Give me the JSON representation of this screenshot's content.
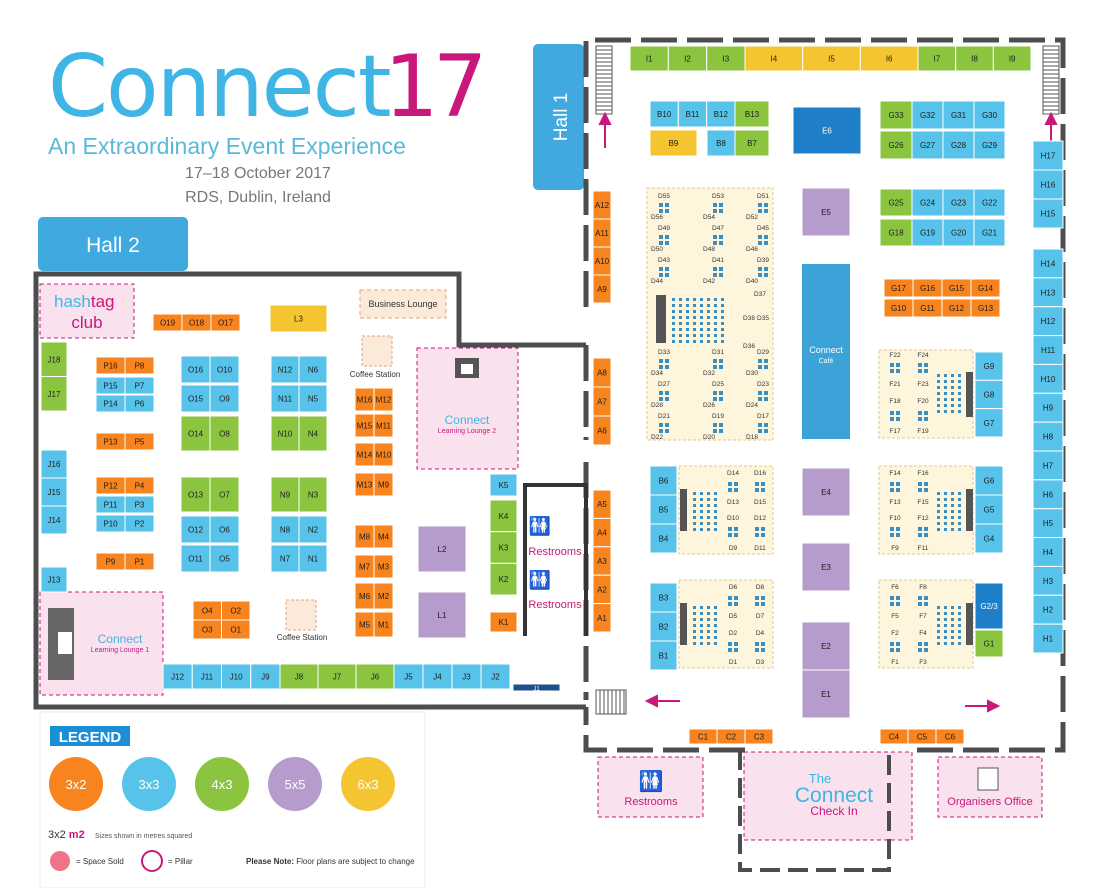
{
  "header": {
    "logo_word": "Connect",
    "logo_year": "17",
    "tagline": "An Extraordinary Event Experience",
    "dates": "17–18 October 2017",
    "venue": "RDS, Dublin, Ireland"
  },
  "halls": {
    "hall1": "Hall 1",
    "hall2": "Hall 2"
  },
  "colors": {
    "orange": "#F7841E",
    "blue": "#58C3EA",
    "green": "#8BC540",
    "purple": "#B59CCD",
    "yellow": "#F5C531",
    "magenta": "#C8187C",
    "darkblue": "#1E7FC8",
    "wall": "#4D4D4D",
    "navy": "#1E4E8C",
    "pink_fill": "#F9E1EE",
    "cream": "#FDF5DC"
  },
  "areas": {
    "hashtag": "hash",
    "tag": "tag",
    "club": "club",
    "business_lounge": "Business Lounge",
    "coffee_station": "Coffee Station",
    "connect": "Connect",
    "lounge1": "Learning Lounge 1",
    "lounge2": "Learning Lounge 2",
    "cafe": "Café",
    "restrooms": "Restrooms",
    "checkin_the": "The",
    "checkin_connect": "Connect",
    "checkin_checkin": "Check In",
    "organisers": "Organisers Office"
  },
  "legend": {
    "title": "LEGEND",
    "sizes": [
      {
        "label": "3x2",
        "color": "orange"
      },
      {
        "label": "3x3",
        "color": "blue"
      },
      {
        "label": "4x3",
        "color": "green"
      },
      {
        "label": "5x5",
        "color": "purple"
      },
      {
        "label": "6x3",
        "color": "yellow"
      }
    ],
    "unit_prefix": "3x2 ",
    "unit_m2": "m2",
    "unit_note": "Sizes shown in metres squared",
    "space_sold": "= Space Sold",
    "pillar": "= Pillar",
    "note_bold": "Please Note:",
    "note_text": " Floor plans are subject to change"
  },
  "stand_groups": [
    {
      "color": "green",
      "dir": "h",
      "labels": [
        "I1",
        "I2",
        "I3"
      ]
    },
    {
      "color": "yellow",
      "dir": "h",
      "labels": [
        "I4",
        "I5",
        "I6"
      ]
    },
    {
      "color": "green",
      "dir": "h",
      "labels": [
        "I7",
        "I8",
        "I9"
      ]
    },
    {
      "color": "blue",
      "dir": "h",
      "labels": [
        "B10",
        "B11",
        "B12"
      ]
    },
    {
      "color": "green",
      "dir": "h",
      "labels": [
        "B13"
      ]
    },
    {
      "color": "yellow",
      "dir": "h",
      "labels": [
        "B9"
      ]
    },
    {
      "color": "blue",
      "dir": "h",
      "labels": [
        "B8"
      ]
    },
    {
      "color": "green",
      "dir": "h",
      "labels": [
        "B7"
      ]
    },
    {
      "color": "darkblue",
      "dir": "h",
      "labels": [
        "E6"
      ]
    },
    {
      "color": "green",
      "dir": "h",
      "labels": [
        "G33"
      ]
    },
    {
      "color": "blue",
      "dir": "h",
      "labels": [
        "G32",
        "G31",
        "G30"
      ]
    },
    {
      "color": "green",
      "dir": "h",
      "labels": [
        "G26"
      ]
    },
    {
      "color": "blue",
      "dir": "h",
      "labels": [
        "G27",
        "G28",
        "G29"
      ]
    },
    {
      "color": "green",
      "dir": "h",
      "labels": [
        "G25"
      ]
    },
    {
      "color": "blue",
      "dir": "h",
      "labels": [
        "G24",
        "G23",
        "G22"
      ]
    },
    {
      "color": "green",
      "dir": "h",
      "labels": [
        "G18"
      ]
    },
    {
      "color": "blue",
      "dir": "h",
      "labels": [
        "G19",
        "G20",
        "G21"
      ]
    },
    {
      "color": "orange",
      "dir": "h",
      "labels": [
        "G17",
        "G16",
        "G15",
        "G14"
      ]
    },
    {
      "color": "orange",
      "dir": "h",
      "labels": [
        "G10",
        "G11",
        "G12",
        "G13"
      ]
    },
    {
      "color": "blue",
      "dir": "v",
      "labels": [
        "H17",
        "H16",
        "H15"
      ]
    },
    {
      "color": "blue",
      "dir": "v",
      "labels": [
        "H14",
        "H13",
        "H12",
        "H11",
        "H10",
        "H9",
        "H8",
        "H7",
        "H6",
        "H5",
        "H4",
        "H3",
        "H2",
        "H1"
      ]
    },
    {
      "color": "orange",
      "dir": "v",
      "labels": [
        "A12",
        "A11",
        "A10",
        "A9"
      ]
    },
    {
      "color": "orange",
      "dir": "v",
      "labels": [
        "A8",
        "A7",
        "A6"
      ]
    },
    {
      "color": "orange",
      "dir": "v",
      "labels": [
        "A5",
        "A4",
        "A3",
        "A2",
        "A1"
      ]
    },
    {
      "color": "purple",
      "dir": "h",
      "labels": [
        "E5"
      ]
    },
    {
      "color": "purple",
      "dir": "h",
      "labels": [
        "E4"
      ]
    },
    {
      "color": "purple",
      "dir": "h",
      "labels": [
        "E3"
      ]
    },
    {
      "color": "purple",
      "dir": "h",
      "labels": [
        "E2"
      ]
    },
    {
      "color": "purple",
      "dir": "h",
      "labels": [
        "E1"
      ]
    },
    {
      "color": "blue",
      "dir": "v",
      "labels": [
        "G9",
        "G8",
        "G7"
      ]
    },
    {
      "color": "blue",
      "dir": "v",
      "labels": [
        "G6",
        "G5",
        "G4"
      ]
    },
    {
      "color": "darkblue",
      "dir": "h",
      "labels": [
        "G2/3"
      ]
    },
    {
      "color": "green",
      "dir": "h",
      "labels": [
        "G1"
      ]
    },
    {
      "color": "blue",
      "dir": "v",
      "labels": [
        "B6",
        "B5",
        "B4"
      ]
    },
    {
      "color": "blue",
      "dir": "v",
      "labels": [
        "B3",
        "B2",
        "B1"
      ]
    },
    {
      "color": "orange",
      "dir": "h",
      "labels": [
        "C1",
        "C2",
        "C3"
      ]
    },
    {
      "color": "orange",
      "dir": "h",
      "labels": [
        "C4",
        "C5",
        "C6"
      ]
    },
    {
      "color": "orange",
      "dir": "h",
      "labels": [
        "O19",
        "O18",
        "O17"
      ]
    },
    {
      "color": "yellow",
      "dir": "h",
      "labels": [
        "L3"
      ]
    },
    {
      "color": "green",
      "dir": "v",
      "labels": [
        "J18",
        "J17"
      ]
    },
    {
      "color": "blue",
      "dir": "v",
      "labels": [
        "J16",
        "J15",
        "J14"
      ]
    },
    {
      "color": "blue",
      "dir": "h",
      "labels": [
        "J13"
      ]
    },
    {
      "color": "orange",
      "dir": "h",
      "labels": [
        "P16",
        "P8"
      ]
    },
    {
      "color": "blue",
      "dir": "h",
      "labels": [
        "P15",
        "P7"
      ]
    },
    {
      "color": "blue",
      "dir": "h",
      "labels": [
        "P14",
        "P6"
      ]
    },
    {
      "color": "orange",
      "dir": "h",
      "labels": [
        "P13",
        "P5"
      ]
    },
    {
      "color": "orange",
      "dir": "h",
      "labels": [
        "P12",
        "P4"
      ]
    },
    {
      "color": "blue",
      "dir": "h",
      "labels": [
        "P11",
        "P3"
      ]
    },
    {
      "color": "blue",
      "dir": "h",
      "labels": [
        "P10",
        "P2"
      ]
    },
    {
      "color": "orange",
      "dir": "h",
      "labels": [
        "P9",
        "P1"
      ]
    },
    {
      "color": "blue",
      "dir": "h",
      "labels": [
        "O16",
        "O10"
      ]
    },
    {
      "color": "blue",
      "dir": "h",
      "labels": [
        "O15",
        "O9"
      ]
    },
    {
      "color": "green",
      "dir": "h",
      "labels": [
        "O14",
        "O8"
      ]
    },
    {
      "color": "green",
      "dir": "h",
      "labels": [
        "O13",
        "O7"
      ]
    },
    {
      "color": "blue",
      "dir": "h",
      "labels": [
        "O12",
        "O6"
      ]
    },
    {
      "color": "blue",
      "dir": "h",
      "labels": [
        "O11",
        "O5"
      ]
    },
    {
      "color": "blue",
      "dir": "h",
      "labels": [
        "N12",
        "N6"
      ]
    },
    {
      "color": "blue",
      "dir": "h",
      "labels": [
        "N11",
        "N5"
      ]
    },
    {
      "color": "green",
      "dir": "h",
      "labels": [
        "N10",
        "N4"
      ]
    },
    {
      "color": "green",
      "dir": "h",
      "labels": [
        "N9",
        "N3"
      ]
    },
    {
      "color": "blue",
      "dir": "h",
      "labels": [
        "N8",
        "N2"
      ]
    },
    {
      "color": "blue",
      "dir": "h",
      "labels": [
        "N7",
        "N1"
      ]
    },
    {
      "color": "orange",
      "dir": "h",
      "labels": [
        "M16",
        "M12"
      ]
    },
    {
      "color": "orange",
      "dir": "h",
      "labels": [
        "M15",
        "M11"
      ]
    },
    {
      "color": "orange",
      "dir": "h",
      "labels": [
        "M14",
        "M10"
      ]
    },
    {
      "color": "orange",
      "dir": "h",
      "labels": [
        "M13",
        "M9"
      ]
    },
    {
      "color": "orange",
      "dir": "h",
      "labels": [
        "M8",
        "M4"
      ]
    },
    {
      "color": "orange",
      "dir": "h",
      "labels": [
        "M7",
        "M3"
      ]
    },
    {
      "color": "orange",
      "dir": "h",
      "labels": [
        "M6",
        "M2"
      ]
    },
    {
      "color": "orange",
      "dir": "h",
      "labels": [
        "M5",
        "M1"
      ]
    },
    {
      "color": "purple",
      "dir": "h",
      "labels": [
        "L2"
      ]
    },
    {
      "color": "purple",
      "dir": "h",
      "labels": [
        "L1"
      ]
    },
    {
      "color": "blue",
      "dir": "v",
      "labels": [
        "K5"
      ]
    },
    {
      "color": "green",
      "dir": "v",
      "labels": [
        "K4",
        "K3",
        "K2"
      ]
    },
    {
      "color": "orange",
      "dir": "h",
      "labels": [
        "K1"
      ]
    },
    {
      "color": "orange",
      "dir": "h",
      "labels": [
        "O4",
        "O2"
      ]
    },
    {
      "color": "orange",
      "dir": "h",
      "labels": [
        "O3",
        "O1"
      ]
    },
    {
      "color": "blue",
      "dir": "h",
      "labels": [
        "J12",
        "J11",
        "J10",
        "J9"
      ]
    },
    {
      "color": "green",
      "dir": "h",
      "labels": [
        "J8",
        "J7",
        "J6"
      ]
    },
    {
      "color": "blue",
      "dir": "h",
      "labels": [
        "J5",
        "J4",
        "J3",
        "J2"
      ]
    },
    {
      "color": "navy",
      "dir": "h",
      "labels": [
        "J1"
      ]
    }
  ],
  "table_labels": [
    "D55",
    "D53",
    "D51",
    "D56",
    "D54",
    "D52",
    "D49",
    "D47",
    "D45",
    "D50",
    "D48",
    "D46",
    "D43",
    "D41",
    "D39",
    "D44",
    "D42",
    "D40",
    "D37",
    "D38",
    "D35",
    "D36",
    "D33",
    "D31",
    "D29",
    "D34",
    "D32",
    "D30",
    "D27",
    "D25",
    "D23",
    "D28",
    "D26",
    "D24",
    "D21",
    "D19",
    "D17",
    "D22",
    "D20",
    "D18",
    "D14",
    "D16",
    "D13",
    "D15",
    "D10",
    "D12",
    "D9",
    "D11",
    "D6",
    "D8",
    "D5",
    "D7",
    "D2",
    "D4",
    "D1",
    "D3",
    "F22",
    "F24",
    "F21",
    "F23",
    "F18",
    "F20",
    "F17",
    "F19",
    "F14",
    "F16",
    "F13",
    "F15",
    "F10",
    "F12",
    "F9",
    "F11",
    "F6",
    "F8",
    "F5",
    "F7",
    "F2",
    "F4",
    "F1",
    "F3"
  ]
}
